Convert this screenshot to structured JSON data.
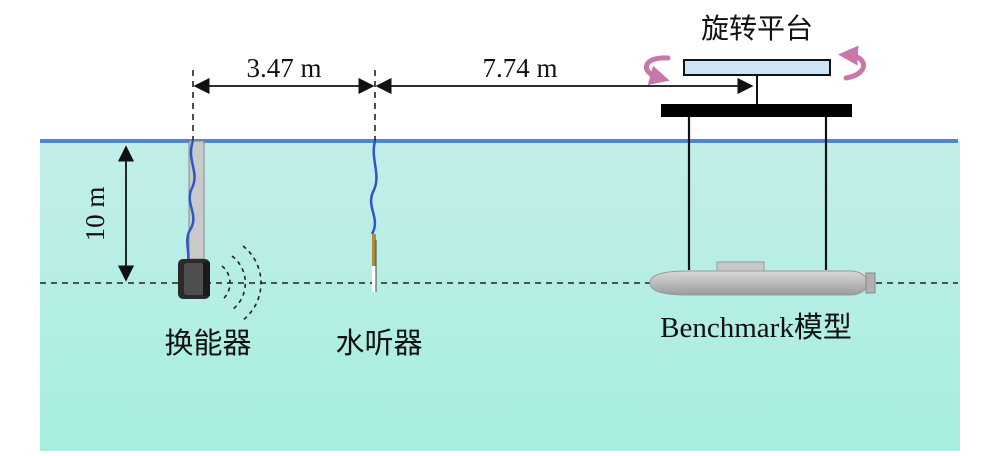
{
  "labels": {
    "platform": "旋转平台",
    "distance_1": "3.47 m",
    "distance_2": "7.74 m",
    "depth": "10 m",
    "transducer": "换能器",
    "hydrophone": "水听器",
    "model": "Benchmark模型"
  },
  "colors": {
    "water_top": "#c3eee9",
    "water_bottom": "#a6eedf",
    "surface_line": "#4d86d6",
    "cable": "#2f55c7",
    "rotation_arrow": "#c977a6",
    "platform_fill": "#cce4f5",
    "frame": "#000000",
    "submarine": "#bcbcbc",
    "ink": "#111111"
  },
  "icons": [
    "rotation-arrow-left-icon",
    "rotation-arrow-right-icon",
    "sound-wave-icon"
  ]
}
